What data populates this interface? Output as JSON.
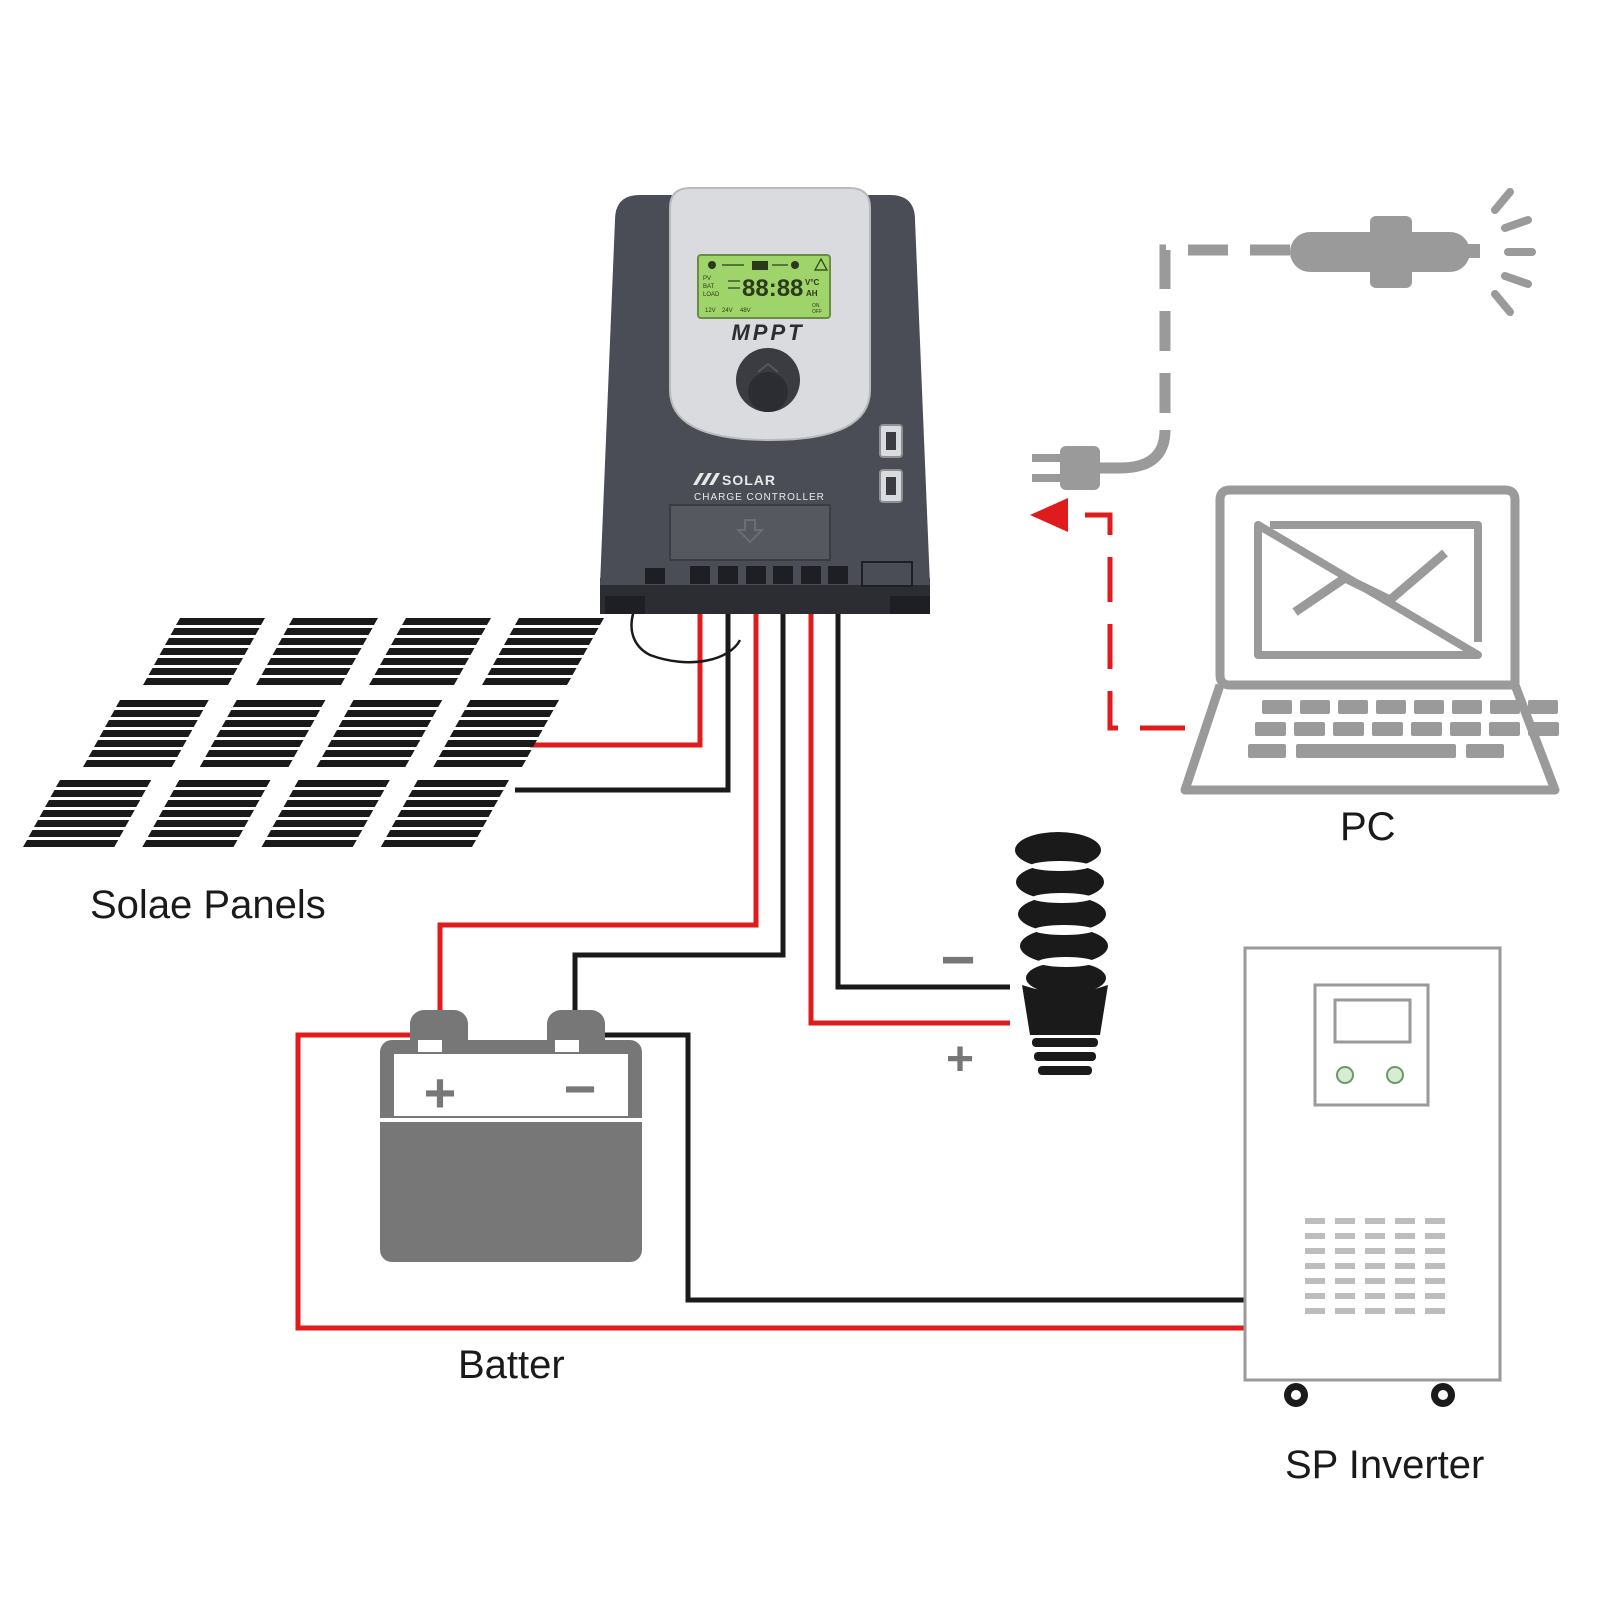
{
  "controller": {
    "brand": "MPPT",
    "product_line": "SOLAR",
    "product_sub": "CHARGE CONTROLLER",
    "lcd": {
      "digits": "88:88",
      "unit_top": "V°C",
      "unit_bottom": "AH",
      "row_labels": [
        "PV",
        "BAT",
        "LOAD"
      ],
      "voltages": [
        "12V",
        "24V",
        "48V"
      ],
      "onoff_top": "ON",
      "onoff_bottom": "OFF"
    }
  },
  "labels": {
    "solar_panels": "Solae Panels",
    "battery": "Batter",
    "pc": "PC",
    "inverter": "SP Inverter",
    "load_minus": "−",
    "load_plus": "+",
    "battery_plus": "+",
    "battery_minus": "−"
  },
  "colors": {
    "wire_positive": "#e01b1b",
    "wire_negative": "#1a1a1a",
    "device_gray": "#777777",
    "controller_body": "#4a4d55",
    "lcd_green": "#9fd46a"
  },
  "icons": [
    "solar-panel-icon",
    "battery-icon",
    "bulb-icon",
    "laptop-icon",
    "inverter-icon",
    "car-charger-icon",
    "usb-port-icon"
  ]
}
